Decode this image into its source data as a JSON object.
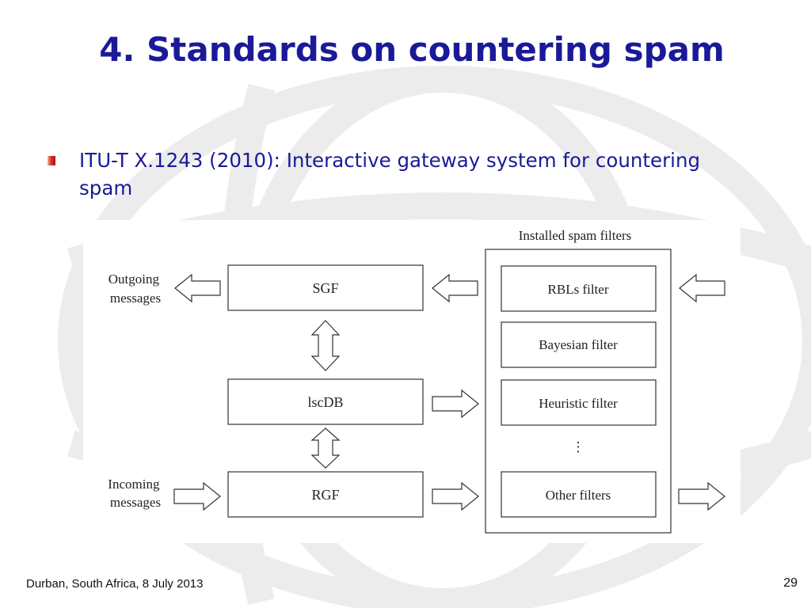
{
  "slide": {
    "title": "4. Standards on countering spam",
    "bullet": "ITU-T X.1243 (2010): Interactive gateway system for countering spam"
  },
  "diagram": {
    "panel_label": "Installed spam filters",
    "left_labels": {
      "outgoing": [
        "Outgoing",
        "messages"
      ],
      "incoming": [
        "Incoming",
        "messages"
      ]
    },
    "components": {
      "sgf": "SGF",
      "lscdb": "lscDB",
      "rgf": "RGF"
    },
    "filters": {
      "rbls": "RBLs filter",
      "bayesian": "Bayesian filter",
      "heuristic": "Heuristic filter",
      "ellipsis": "⋮",
      "other": "Other filters"
    }
  },
  "footer": {
    "location_date": "Durban, South Africa, 8 July 2013",
    "page_number": "29"
  }
}
